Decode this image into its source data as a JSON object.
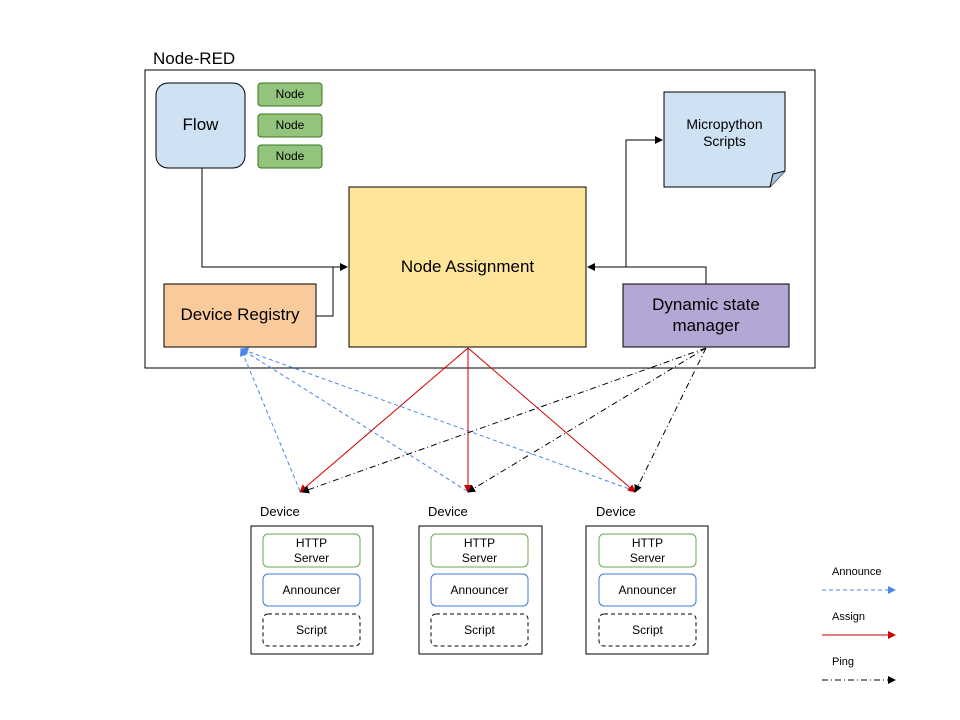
{
  "container": {
    "title": "Node-RED"
  },
  "flow": {
    "label": "Flow",
    "nodes": [
      "Node",
      "Node",
      "Node"
    ]
  },
  "node_assignment": {
    "label": "Node Assignment"
  },
  "device_registry": {
    "label": "Device Registry"
  },
  "dynamic_state_manager": {
    "label": "Dynamic state\nmanager"
  },
  "micropython_scripts": {
    "label": "Micropython\nScripts"
  },
  "devices": [
    {
      "title": "Device",
      "http_server": "HTTP\nServer",
      "announcer": "Announcer",
      "script": "Script"
    },
    {
      "title": "Device",
      "http_server": "HTTP\nServer",
      "announcer": "Announcer",
      "script": "Script"
    },
    {
      "title": "Device",
      "http_server": "HTTP\nServer",
      "announcer": "Announcer",
      "script": "Script"
    }
  ],
  "legend": [
    {
      "label": "Announce",
      "style": "dashed",
      "color": "#4a86e8"
    },
    {
      "label": "Assign",
      "style": "solid",
      "color": "#cc0000"
    },
    {
      "label": "Ping",
      "style": "dashdot",
      "color": "#000000"
    }
  ],
  "colors": {
    "flow_fill": "#cfe2f3",
    "node_fill": "#93c47d",
    "node_border": "#38761d",
    "assignment_fill": "#ffe599",
    "registry_fill": "#f9cb9c",
    "state_fill": "#b4a7d6",
    "scripts_fill": "#cfe2f3",
    "http_border": "#6aa84f",
    "announcer_border": "#3c78d8"
  }
}
